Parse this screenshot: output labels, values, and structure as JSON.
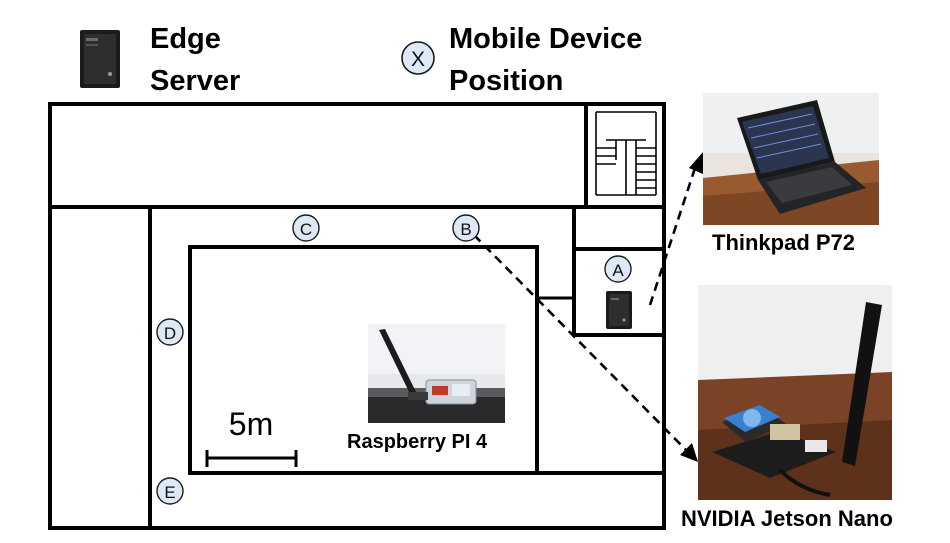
{
  "legend": {
    "edge_server_label": "Edge\nServer",
    "mobile_position_symbol": "X",
    "mobile_position_label": "Mobile Device\nPosition",
    "icons": [
      "server-tower-icon",
      "position-marker-icon"
    ]
  },
  "positions": [
    {
      "id": "A",
      "label": "A"
    },
    {
      "id": "B",
      "label": "B"
    },
    {
      "id": "C",
      "label": "C"
    },
    {
      "id": "D",
      "label": "D"
    },
    {
      "id": "E",
      "label": "E"
    }
  ],
  "scale_bar": {
    "label": "5m"
  },
  "devices": [
    {
      "id": "thinkpad",
      "caption": "Thinkpad P72",
      "kind": "laptop"
    },
    {
      "id": "jetson",
      "caption": "NVIDIA Jetson Nano",
      "kind": "single-board computer with antenna"
    },
    {
      "id": "raspberry",
      "caption": "Raspberry PI 4",
      "kind": "single-board computer with antenna"
    }
  ],
  "colors": {
    "wall": "#000000",
    "marker_fill": "#dde9f7",
    "marker_stroke": "#1a1a1a",
    "wood_table": "#8a4f2a"
  }
}
